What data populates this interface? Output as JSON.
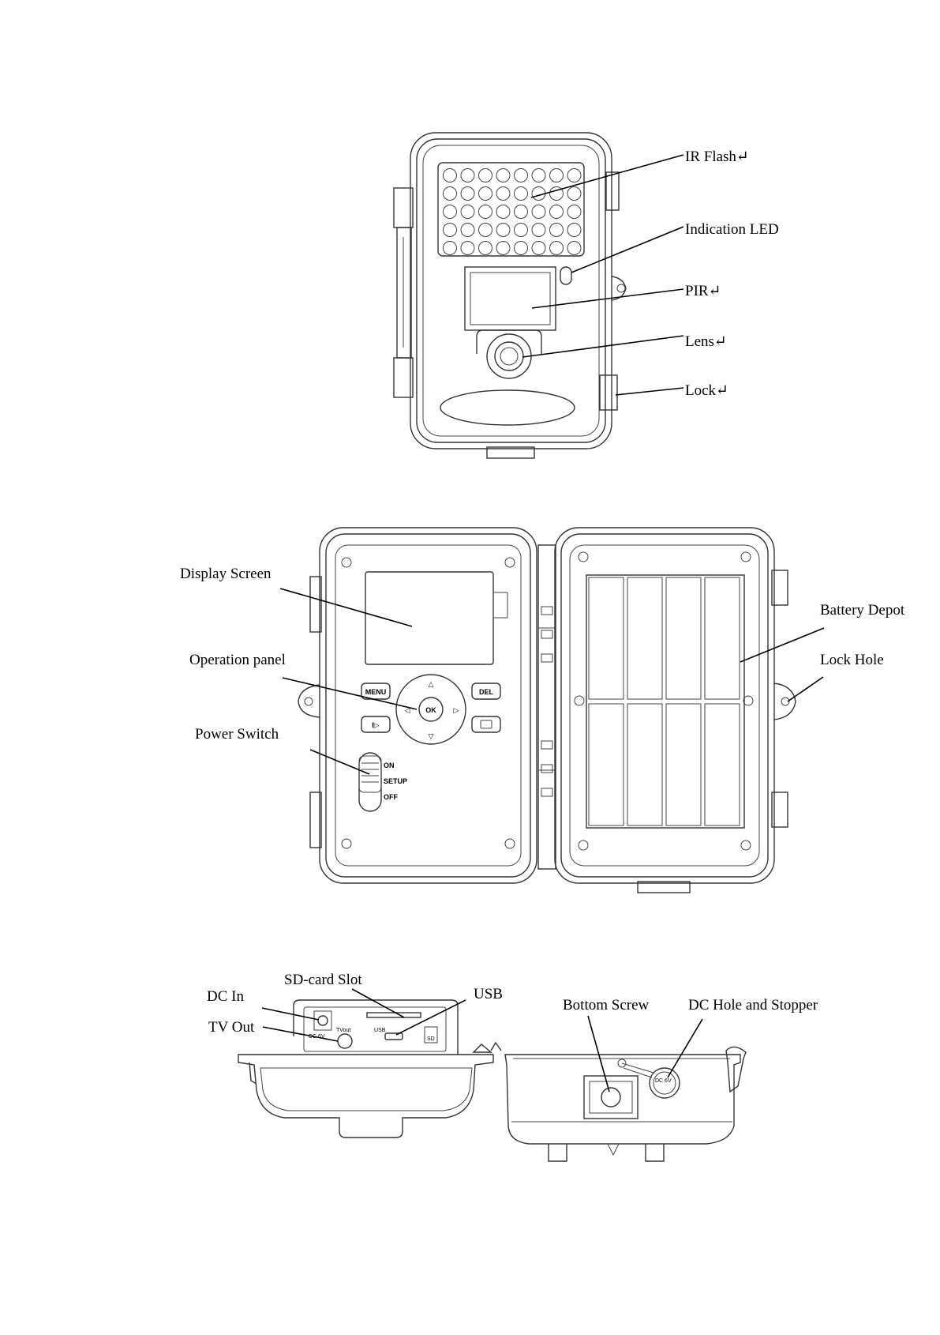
{
  "front_view": {
    "labels": {
      "ir_flash": "IR Flash↵",
      "indication_led": "Indication LED",
      "pir": "PIR↵",
      "lens": "Lens↵",
      "lock": "Lock↵"
    }
  },
  "open_view": {
    "labels": {
      "display_screen": "Display Screen",
      "operation_panel": "Operation panel",
      "power_switch": "Power Switch",
      "battery_depot": "Battery Depot",
      "lock_hole": "Lock Hole"
    },
    "buttons": {
      "menu": "MENU",
      "ok": "OK",
      "del": "DEL"
    },
    "switch_positions": {
      "on": "ON",
      "setup": "SETUP",
      "off": "OFF"
    }
  },
  "bottom_view": {
    "labels": {
      "dc_in": "DC In",
      "sd_card_slot": "SD-card Slot",
      "usb": "USB",
      "tv_out": "TV Out",
      "bottom_screw": "Bottom Screw",
      "dc_hole_stopper": "DC Hole and Stopper"
    },
    "port_marks": {
      "tv_out": "TVout",
      "dc_6v": "DC 6V",
      "usb": "USB",
      "sd": "SD",
      "dc_6v_bottom": "DC 6V"
    }
  }
}
